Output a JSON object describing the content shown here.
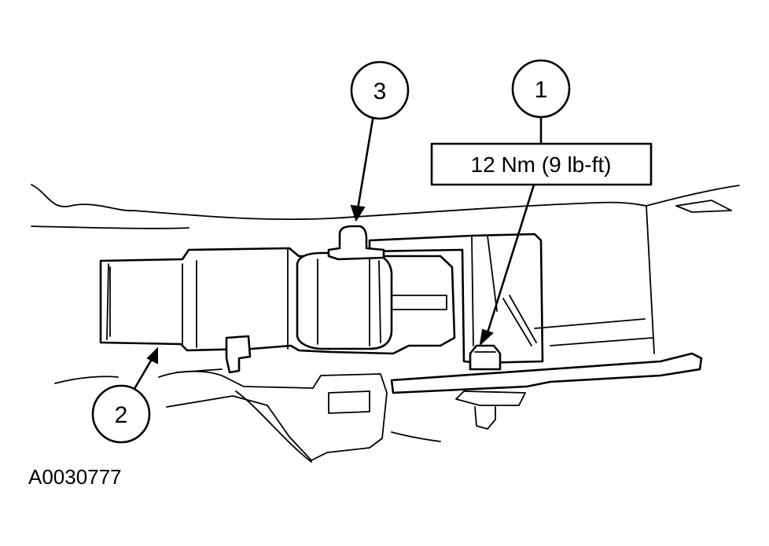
{
  "callouts": {
    "c1": "1",
    "c2": "2",
    "c3": "3"
  },
  "torque_spec": "12 Nm (9 lb-ft)",
  "figure_id": "A0030777"
}
